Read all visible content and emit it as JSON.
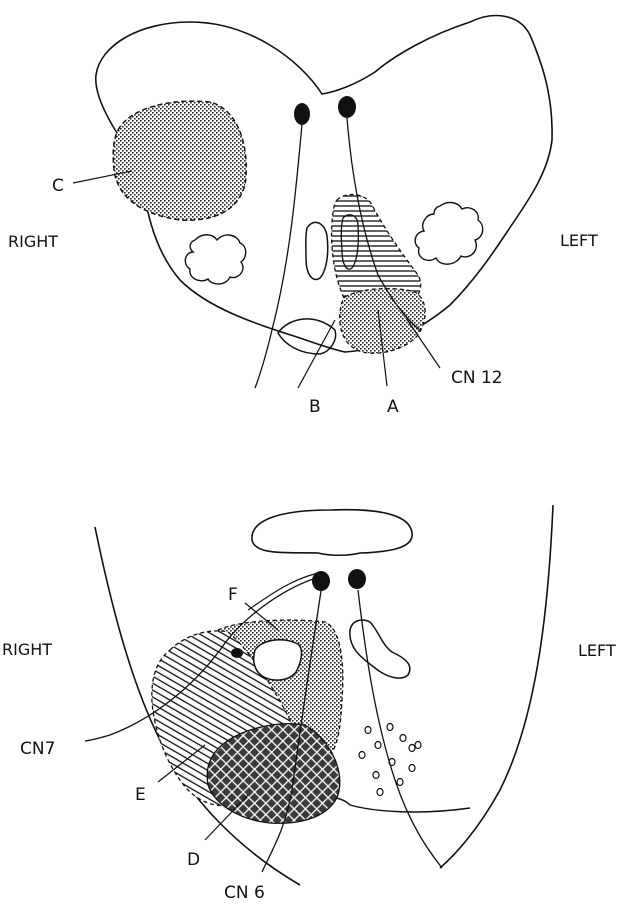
{
  "upper": {
    "side_right": "RIGHT",
    "side_left": "LEFT",
    "labels": {
      "c": "C",
      "b": "B",
      "a": "A",
      "cn12": "CN 12"
    }
  },
  "lower": {
    "side_right": "RIGHT",
    "side_left": "LEFT",
    "labels": {
      "f": "F",
      "cn7": "CN7",
      "e": "E",
      "d": "D",
      "cn6": "CN 6"
    }
  },
  "colors": {
    "ink": "#111111",
    "background": "#ffffff"
  }
}
